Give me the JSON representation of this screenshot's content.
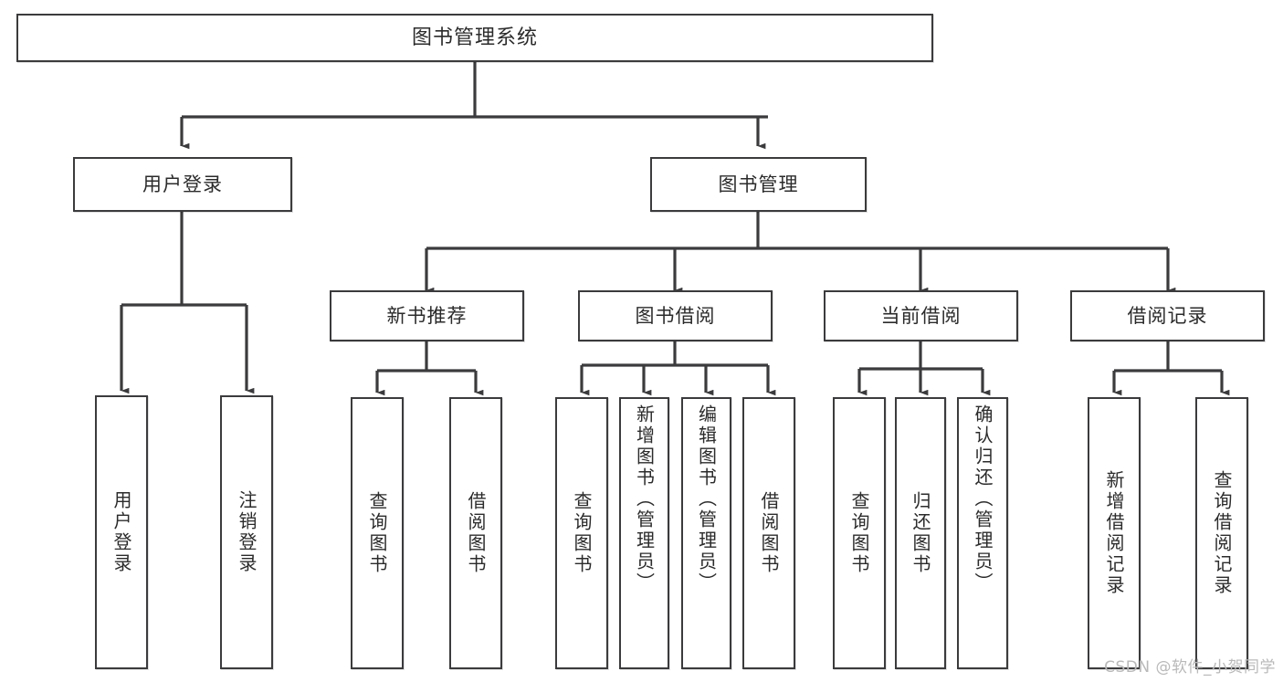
{
  "diagram": {
    "title": "图书管理系统",
    "type": "tree",
    "colors": {
      "border": "#3b3b3d",
      "background": "#ffffff",
      "text": "#2b2b2b",
      "watermark": "#b9b9b9"
    },
    "watermark": "CSDN @软件_小贺同学",
    "nodes": {
      "root": {
        "label": "图书管理系统",
        "level": 1
      },
      "level2": [
        {
          "id": "user-login",
          "label": "用户登录",
          "level": 2
        },
        {
          "id": "book-management",
          "label": "图书管理",
          "level": 2
        }
      ],
      "level3": [
        {
          "id": "new-book-recommend",
          "label": "新书推荐",
          "level": 3,
          "parent": "book-management"
        },
        {
          "id": "book-borrow",
          "label": "图书借阅",
          "level": 3,
          "parent": "book-management"
        },
        {
          "id": "current-borrow",
          "label": "当前借阅",
          "level": 3,
          "parent": "book-management"
        },
        {
          "id": "borrow-record",
          "label": "借阅记录",
          "level": 3,
          "parent": "book-management"
        }
      ],
      "leaves": [
        {
          "id": "leaf-user-login",
          "label": "用户登录",
          "parent": "user-login"
        },
        {
          "id": "leaf-user-logout",
          "label": "注销登录",
          "parent": "user-login"
        },
        {
          "id": "leaf-query-book-1",
          "label": "查询图书",
          "parent": "new-book-recommend"
        },
        {
          "id": "leaf-borrow-book-1",
          "label": "借阅图书",
          "parent": "new-book-recommend"
        },
        {
          "id": "leaf-query-book-2",
          "label": "查询图书",
          "parent": "book-borrow"
        },
        {
          "id": "leaf-add-book",
          "label": "新增图书（管理员）",
          "parent": "book-borrow"
        },
        {
          "id": "leaf-edit-book",
          "label": "编辑图书（管理员）",
          "parent": "book-borrow"
        },
        {
          "id": "leaf-borrow-book-2",
          "label": "借阅图书",
          "parent": "book-borrow"
        },
        {
          "id": "leaf-query-book-3",
          "label": "查询图书",
          "parent": "current-borrow"
        },
        {
          "id": "leaf-return-book",
          "label": "归还图书",
          "parent": "current-borrow"
        },
        {
          "id": "leaf-confirm-return",
          "label": "确认归还（管理员）",
          "parent": "current-borrow"
        },
        {
          "id": "leaf-add-record",
          "label": "新增借阅记录",
          "parent": "borrow-record"
        },
        {
          "id": "leaf-query-record",
          "label": "查询借阅记录",
          "parent": "borrow-record"
        }
      ]
    }
  }
}
